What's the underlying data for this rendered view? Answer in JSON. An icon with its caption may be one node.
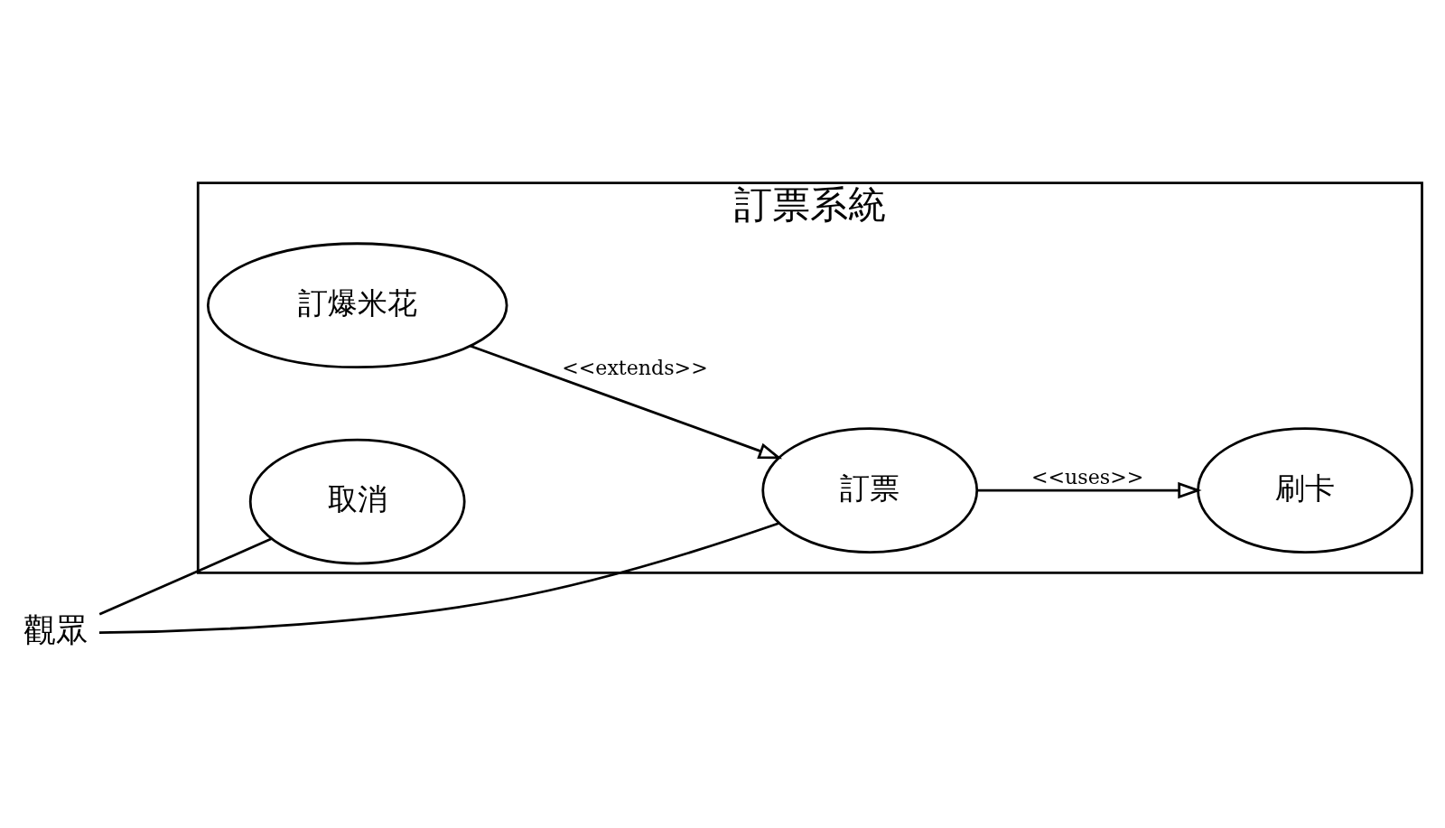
{
  "diagram": {
    "nodes": [
      {
        "text": [
          "訂票系統"
        ]
      },
      {
        "text": [
          "觀眾"
        ]
      },
      {
        "text": [
          "訂票"
        ],
        "in": 0
      },
      {
        "text": [
          "刷卡"
        ],
        "in": 0
      },
      {
        "text": [
          "訂爆米花"
        ],
        "in": 0
      },
      {
        "text": [
          "取消"
        ],
        "in": 0
      }
    ],
    "edges": [
      {
        "from": 1,
        "to": 2,
        "arrow": "none"
      },
      {
        "from": 1,
        "to": 5,
        "arrow": "none"
      },
      {
        "from": 2,
        "to": 3,
        "arrow": "to",
        "label": "<<uses>>"
      },
      {
        "from": 4,
        "to": 2,
        "arrow": "to",
        "label": "<<extends>>"
      }
    ]
  }
}
